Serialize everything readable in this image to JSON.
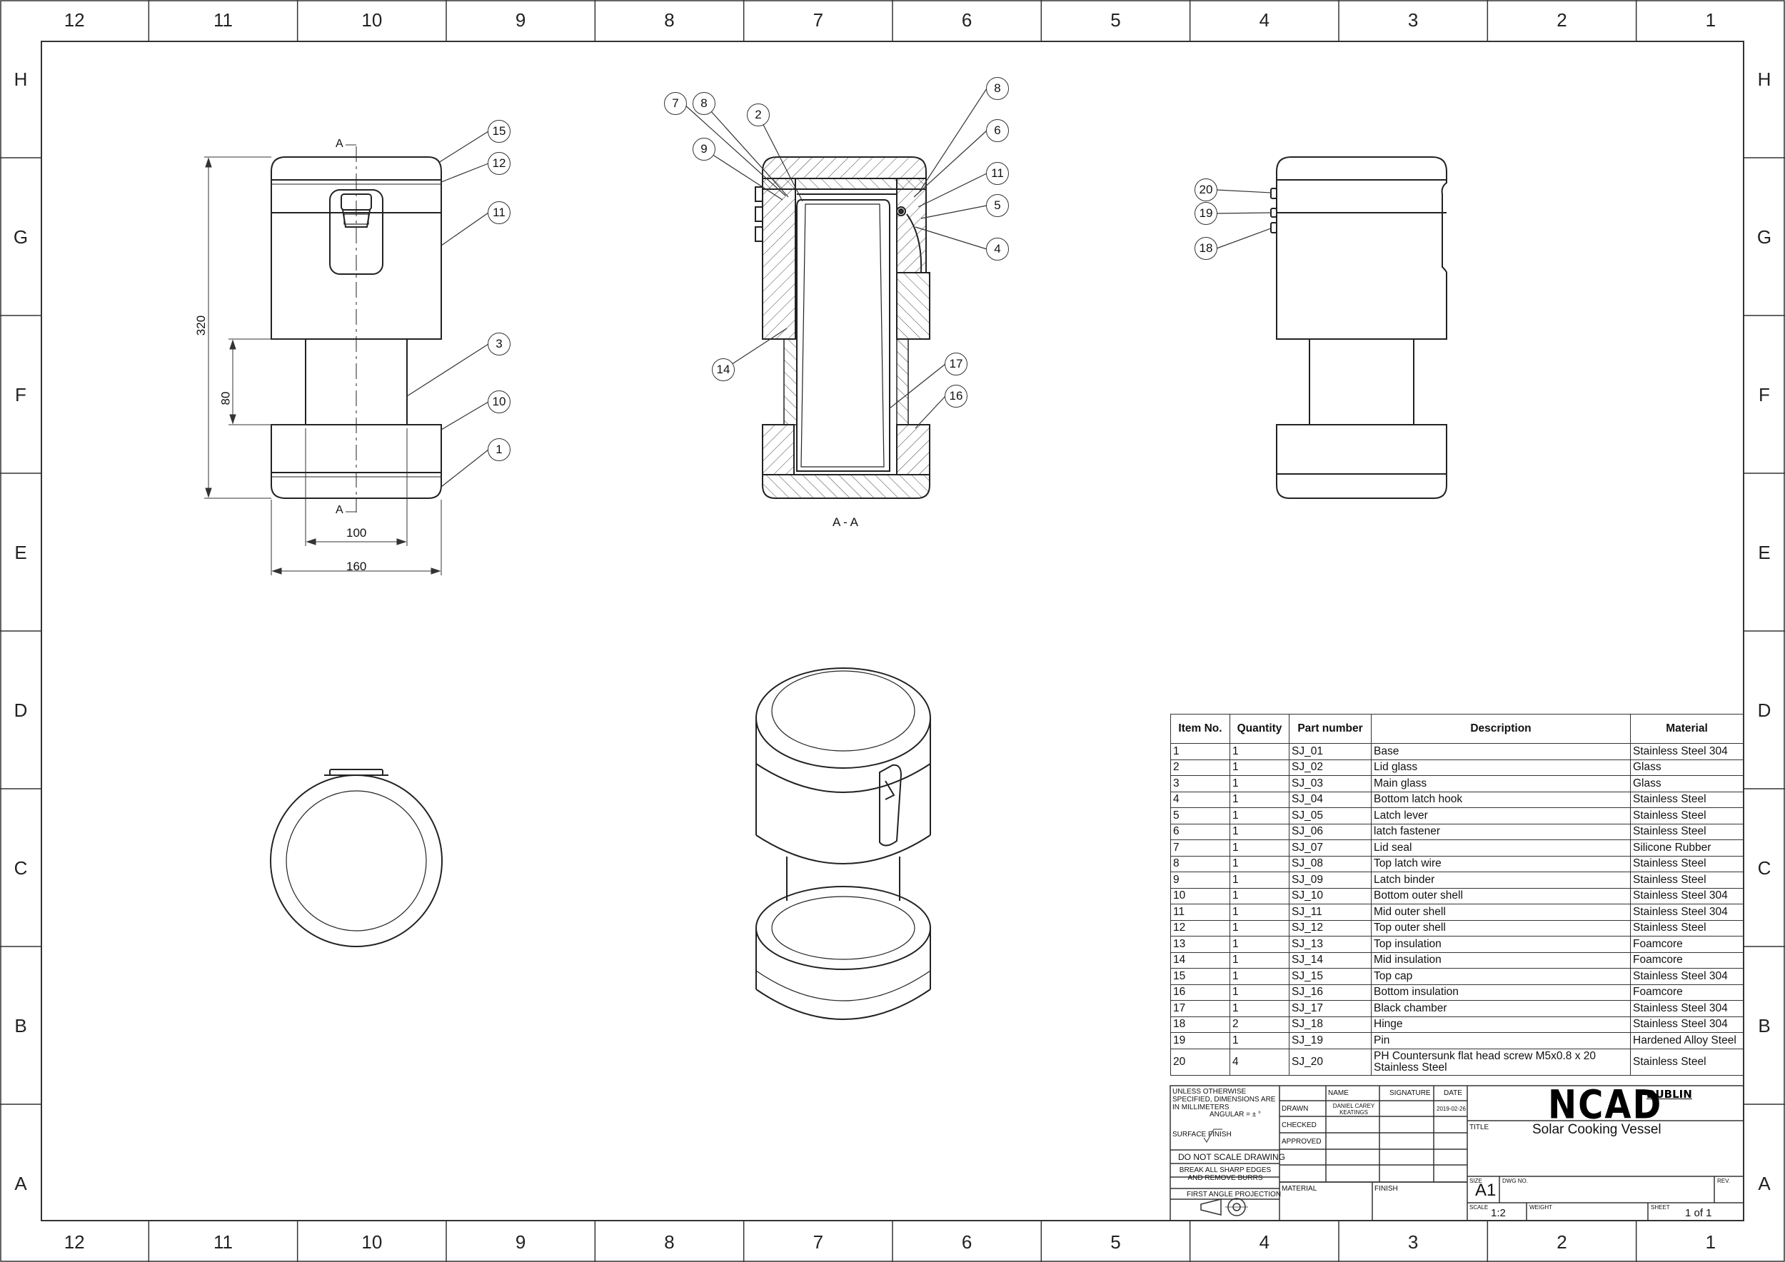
{
  "zones": {
    "columns": [
      "12",
      "11",
      "10",
      "9",
      "8",
      "7",
      "6",
      "5",
      "4",
      "3",
      "2",
      "1"
    ],
    "rows": [
      "H",
      "G",
      "F",
      "E",
      "D",
      "C",
      "B",
      "A"
    ]
  },
  "views": {
    "front": {
      "section_marker": "A",
      "dims": {
        "overall_height": "320",
        "neck_height": "80",
        "neck_width": "100",
        "overall_width": "160"
      },
      "balloons": [
        "15",
        "12",
        "11",
        "3",
        "10",
        "1"
      ]
    },
    "section": {
      "label": "A - A",
      "balloons": [
        "7",
        "8",
        "2",
        "9",
        "8",
        "6",
        "11",
        "5",
        "4",
        "14",
        "17",
        "16"
      ]
    },
    "side": {
      "balloons": [
        "20",
        "19",
        "18"
      ]
    }
  },
  "bom": {
    "headers": [
      "Item No.",
      "Quantity",
      "Part number",
      "Description",
      "Material"
    ],
    "rows": [
      [
        "1",
        "1",
        "SJ_01",
        "Base",
        "Stainless Steel 304"
      ],
      [
        "2",
        "1",
        "SJ_02",
        "Lid glass",
        "Glass"
      ],
      [
        "3",
        "1",
        "SJ_03",
        "Main glass",
        "Glass"
      ],
      [
        "4",
        "1",
        "SJ_04",
        "Bottom latch hook",
        "Stainless Steel"
      ],
      [
        "5",
        "1",
        "SJ_05",
        "Latch lever",
        "Stainless Steel"
      ],
      [
        "6",
        "1",
        "SJ_06",
        "latch fastener",
        "Stainless Steel"
      ],
      [
        "7",
        "1",
        "SJ_07",
        "Lid seal",
        "Silicone Rubber"
      ],
      [
        "8",
        "1",
        "SJ_08",
        "Top latch wire",
        "Stainless Steel"
      ],
      [
        "9",
        "1",
        "SJ_09",
        "Latch binder",
        "Stainless Steel"
      ],
      [
        "10",
        "1",
        "SJ_10",
        "Bottom outer shell",
        "Stainless Steel 304"
      ],
      [
        "11",
        "1",
        "SJ_11",
        "Mid outer shell",
        "Stainless Steel 304"
      ],
      [
        "12",
        "1",
        "SJ_12",
        "Top outer shell",
        "Stainless Steel"
      ],
      [
        "13",
        "1",
        "SJ_13",
        "Top insulation",
        "Foamcore"
      ],
      [
        "14",
        "1",
        "SJ_14",
        "Mid insulation",
        "Foamcore"
      ],
      [
        "15",
        "1",
        "SJ_15",
        "Top cap",
        "Stainless Steel 304"
      ],
      [
        "16",
        "1",
        "SJ_16",
        "Bottom insulation",
        "Foamcore"
      ],
      [
        "17",
        "1",
        "SJ_17",
        "Black chamber",
        "Stainless Steel 304"
      ],
      [
        "18",
        "2",
        "SJ_18",
        "Hinge",
        "Stainless Steel 304"
      ],
      [
        "19",
        "1",
        "SJ_19",
        "Pin",
        "Hardened Alloy Steel"
      ],
      [
        "20",
        "4",
        "SJ_20",
        "PH Countersunk flat head screw M5x0.8 x 20 Stainless Steel",
        "Stainless Steel"
      ]
    ]
  },
  "title_block": {
    "tolerance_note": "UNLESS OTHERWISE SPECIFIED, DIMENSIONS ARE IN MILLIMETERS",
    "angular": "ANGULAR = ± °",
    "surface_finish": "SURFACE FINISH",
    "do_not_scale": "DO NOT SCALE DRAWING",
    "burrs": "BREAK ALL SHARP EDGES AND REMOVE BURRS",
    "projection": "FIRST ANGLE PROJECTION",
    "col_name": "NAME",
    "col_signature": "SIGNATURE",
    "col_date": "DATE",
    "drawn_label": "DRAWN",
    "drawn_name": "DANIEL CAREY KEATINGS",
    "drawn_date": "2019-02-26",
    "checked_label": "CHECKED",
    "approved_label": "APPROVED",
    "material_label": "MATERIAL",
    "finish_label": "FINISH",
    "logo": "NCAD",
    "logo_sub": "DUBLIN",
    "title_label": "TITLE",
    "title": "Solar Cooking Vessel",
    "size_label": "SIZE",
    "size": "A1",
    "dwg_label": "DWG NO.",
    "rev_label": "REV.",
    "scale_label": "SCALE",
    "scale": "1:2",
    "weight_label": "WEIGHT",
    "sheet_label": "SHEET",
    "sheet": "1 of 1"
  }
}
